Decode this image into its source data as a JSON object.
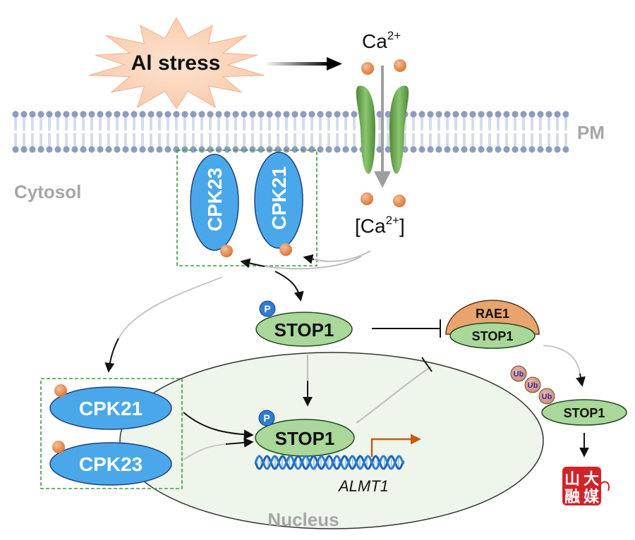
{
  "stress": {
    "label": "Al stress"
  },
  "membrane": {
    "label": "PM"
  },
  "compartments": {
    "cytosol": "Cytosol",
    "nucleus": "Nucleus"
  },
  "calcium": {
    "outside_base": "Ca",
    "outside_sup": "2+",
    "inside_open": "[Ca",
    "inside_sup": "2+",
    "inside_close": "]"
  },
  "kinases": {
    "membrane_left": "CPK23",
    "membrane_right": "CPK21",
    "nuclear_top": "CPK21",
    "nuclear_bottom": "CPK23"
  },
  "stop1": {
    "cytosol": "STOP1",
    "nucleus": "STOP1",
    "complex": "STOP1",
    "degraded": "STOP1"
  },
  "phospho": {
    "cytosol": "P",
    "nucleus": "P"
  },
  "rae1": {
    "label": "RAE1"
  },
  "ubiquitin": [
    "Ub",
    "Ub",
    "Ub"
  ],
  "gene": {
    "label": "ALMT1"
  },
  "logo": {
    "chars": [
      "山",
      "大",
      "融",
      "媒"
    ]
  },
  "colors": {
    "cpk_fill": "#4aa8ea",
    "stop1_fill": "#aad79a",
    "rae1_fill": "#e9a46e",
    "calcium_bead": "#e98a4b",
    "channel": "#6aa84f",
    "box_border": "#3a9b3a",
    "membrane": "#9aa8c4",
    "transcription_arrow": "#c55a11"
  }
}
